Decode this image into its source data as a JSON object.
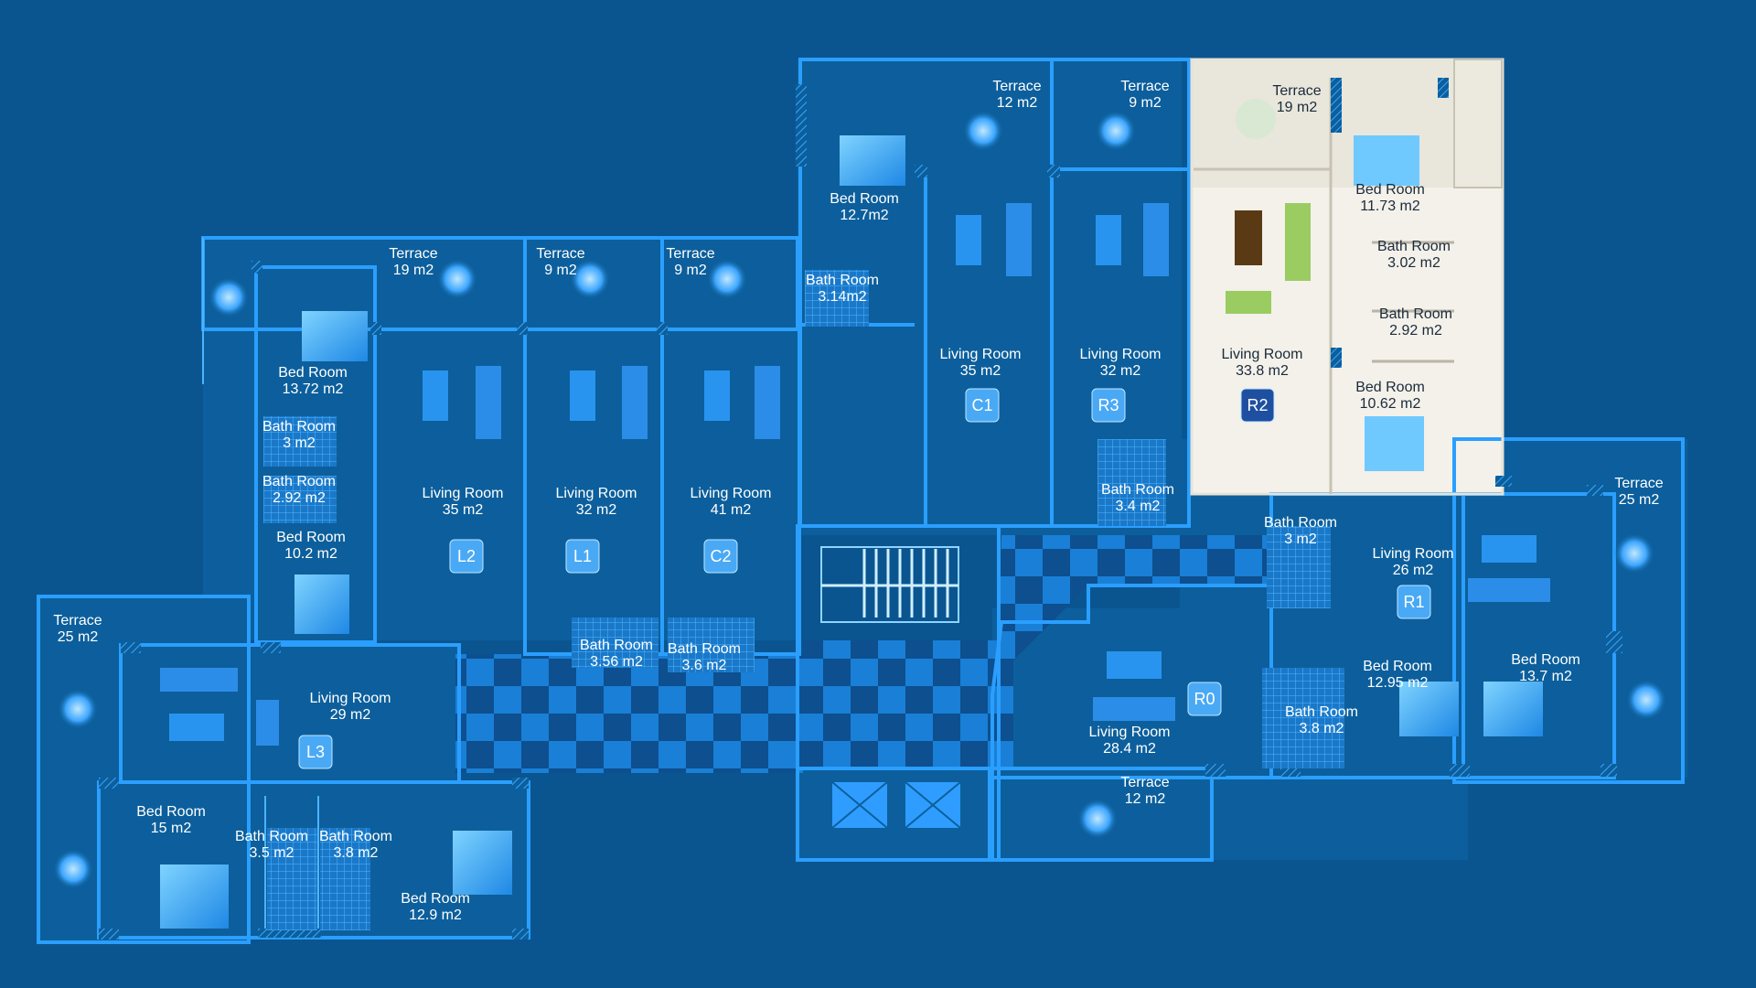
{
  "colors": {
    "background": "#0a5590",
    "wall": "#2a9fff",
    "highlight_floor": "#f3f1ea",
    "badge": "#4aa9f5",
    "badge_selected": "#1e4fa0"
  },
  "selected_unit": "R2",
  "rooms": [
    {
      "id": "t-l2",
      "name": "Terrace",
      "area": "19 m2"
    },
    {
      "id": "t-l1",
      "name": "Terrace",
      "area": "9 m2"
    },
    {
      "id": "t-c2",
      "name": "Terrace",
      "area": "9 m2"
    },
    {
      "id": "t-c1",
      "name": "Terrace",
      "area": "12 m2"
    },
    {
      "id": "t-r3",
      "name": "Terrace",
      "area": "9 m2"
    },
    {
      "id": "t-r2",
      "name": "Terrace",
      "area": "19 m2"
    },
    {
      "id": "t-r1",
      "name": "Terrace",
      "area": "25 m2"
    },
    {
      "id": "t-l3",
      "name": "Terrace",
      "area": "25 m2"
    },
    {
      "id": "t-r0",
      "name": "Terrace",
      "area": "12 m2"
    },
    {
      "id": "b-l2",
      "name": "Bed Room",
      "area": "13.72 m2"
    },
    {
      "id": "b-l2b",
      "name": "Bed Room",
      "area": "10.2 m2"
    },
    {
      "id": "b-c1",
      "name": "Bed Room",
      "area": "12.7m2"
    },
    {
      "id": "b-r2a",
      "name": "Bed Room",
      "area": "11.73 m2"
    },
    {
      "id": "b-r2b",
      "name": "Bed Room",
      "area": "10.62 m2"
    },
    {
      "id": "b-r1a",
      "name": "Bed Room",
      "area": "12.95 m2"
    },
    {
      "id": "b-r1b",
      "name": "Bed Room",
      "area": "13.7 m2"
    },
    {
      "id": "b-l3a",
      "name": "Bed Room",
      "area": "15 m2"
    },
    {
      "id": "b-l3b",
      "name": "Bed Room",
      "area": "12.9 m2"
    },
    {
      "id": "bt-l2a",
      "name": "Bath Room",
      "area": "3 m2"
    },
    {
      "id": "bt-l2b",
      "name": "Bath Room",
      "area": "2.92 m2"
    },
    {
      "id": "bt-c1",
      "name": "Bath Room",
      "area": "3.14m2"
    },
    {
      "id": "bt-r2a",
      "name": "Bath Room",
      "area": "3.02 m2"
    },
    {
      "id": "bt-r2b",
      "name": "Bath Room",
      "area": "2.92 m2"
    },
    {
      "id": "bt-r3",
      "name": "Bath Room",
      "area": "3.4 m2"
    },
    {
      "id": "bt-r1",
      "name": "Bath Room",
      "area": "3 m2"
    },
    {
      "id": "bt-l1",
      "name": "Bath Room",
      "area": "3.56 m2"
    },
    {
      "id": "bt-c2",
      "name": "Bath Room",
      "area": "3.6 m2"
    },
    {
      "id": "bt-r0",
      "name": "Bath Room",
      "area": "3.8 m2"
    },
    {
      "id": "bt-l3a",
      "name": "Bath Room",
      "area": "3.5 m2"
    },
    {
      "id": "bt-l3b",
      "name": "Bath Room",
      "area": "3.8 m2"
    },
    {
      "id": "lr-l2",
      "name": "Living Room",
      "area": "35 m2"
    },
    {
      "id": "lr-l1",
      "name": "Living Room",
      "area": "32 m2"
    },
    {
      "id": "lr-c2",
      "name": "Living Room",
      "area": "41 m2"
    },
    {
      "id": "lr-c1",
      "name": "Living Room",
      "area": "35 m2"
    },
    {
      "id": "lr-r3",
      "name": "Living Room",
      "area": "32 m2"
    },
    {
      "id": "lr-r2",
      "name": "Living Room",
      "area": "33.8 m2"
    },
    {
      "id": "lr-r1",
      "name": "Living Room",
      "area": "26 m2"
    },
    {
      "id": "lr-r0",
      "name": "Living Room",
      "area": "28.4 m2"
    },
    {
      "id": "lr-l3",
      "name": "Living Room",
      "area": "29 m2"
    }
  ],
  "units": [
    {
      "id": "L2",
      "label": "L2"
    },
    {
      "id": "L1",
      "label": "L1"
    },
    {
      "id": "C2",
      "label": "C2"
    },
    {
      "id": "C1",
      "label": "C1"
    },
    {
      "id": "R3",
      "label": "R3"
    },
    {
      "id": "R2",
      "label": "R2"
    },
    {
      "id": "R1",
      "label": "R1"
    },
    {
      "id": "R0",
      "label": "R0"
    },
    {
      "id": "L3",
      "label": "L3"
    }
  ]
}
